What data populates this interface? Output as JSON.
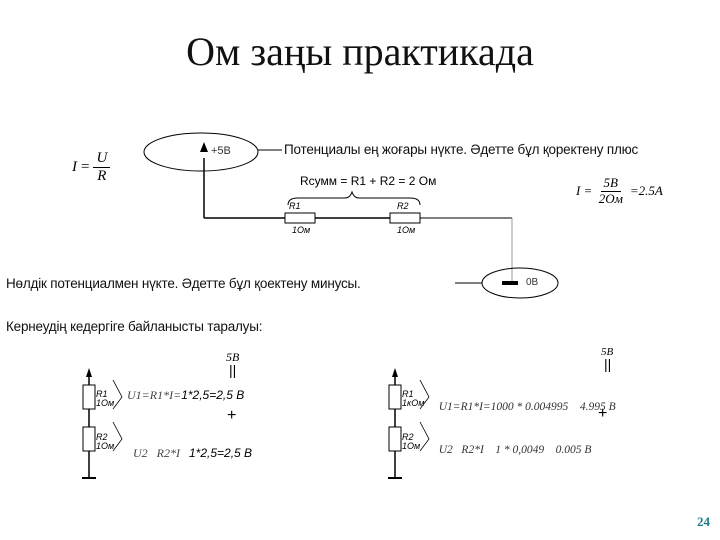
{
  "slide": {
    "title": "Ом заңы практикада",
    "page_number": "24",
    "colors": {
      "page_number": "#1d7f8a",
      "text": "#111111"
    }
  },
  "ohms_law_formula": {
    "lhs": "I",
    "eq": "=",
    "numerator": "U",
    "denominator": "R"
  },
  "circuit": {
    "plus_node_label": "+5В",
    "zero_node_label": "0В",
    "plus_note": "Потенциалы ең жоғары нүкте. Әдетте бұл қоректену плюс",
    "zero_note": "Нөлдік потенциалмен нүкте. Әдетте бұл қоектену минусы.",
    "rsum_label": "Rсумм = R1 + R2  = 2 Ом",
    "r1": {
      "name": "R1",
      "value": "1Ом"
    },
    "r2": {
      "name": "R2",
      "value": "1Ом"
    },
    "current_formula": {
      "lhs": "I",
      "eq1": "=",
      "numerator": "5В",
      "denominator": "2Ом",
      "result": "=2.5А"
    }
  },
  "distribution_heading": "Кернеудің кедергіге байланысты таралуы:",
  "example_left": {
    "source": "5В",
    "parallel_mark": "||",
    "plus": "+",
    "r1": {
      "name": "R1",
      "value": "1Ом"
    },
    "r2": {
      "name": "R2",
      "value": "1Ом"
    },
    "u1_formula": "U1=R1*I=",
    "u1_value": "1*2,5=2,5 В",
    "u2_formula": "U2   R2*I",
    "u2_value": "1*2,5=2,5 В"
  },
  "example_right": {
    "source": "5В",
    "parallel_mark": "||",
    "plus": "+",
    "r1": {
      "name": "R1",
      "value": "1кОм"
    },
    "r2": {
      "name": "R2",
      "value": "1Ом"
    },
    "u1_formula": "U1=R1*I=1000 * 0.004995",
    "u1_value": "4.995 В",
    "u2_formula": "U2   R2*I    1 * 0,0049",
    "u2_value": "0.005 В"
  }
}
